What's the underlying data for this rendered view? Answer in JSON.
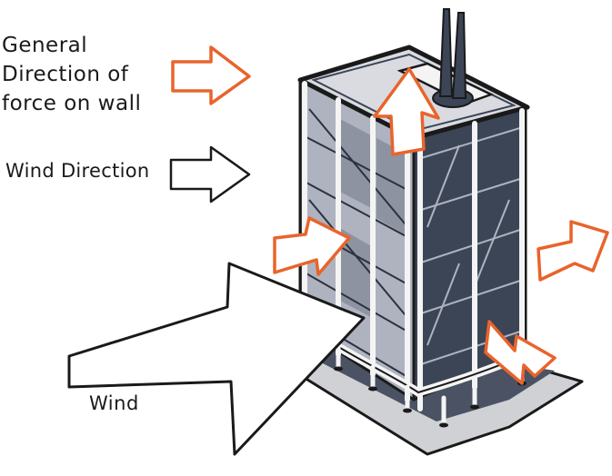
{
  "legend": {
    "force_label_lines": [
      "General",
      "Direction of",
      "force on wall"
    ],
    "wind_direction_label": "Wind Direction"
  },
  "wind_arrow_label": "Wind",
  "colors": {
    "force_arrow": "#e8642c",
    "outline": "#1a1a1a",
    "building_dark": "#3c4556",
    "building_glass": "#aeb3bf",
    "building_light": "#d9dbe0",
    "base_plate": "#cfd1d5",
    "base_shadow": "#4a5263",
    "frame_white": "#f4f4f4"
  },
  "icons": {
    "force_arrow": "orange-outline-arrow",
    "wind_direction_arrow": "black-outline-arrow",
    "wind_arrow": "large-black-outline-arrow",
    "building": "skyscraper-illustration"
  }
}
